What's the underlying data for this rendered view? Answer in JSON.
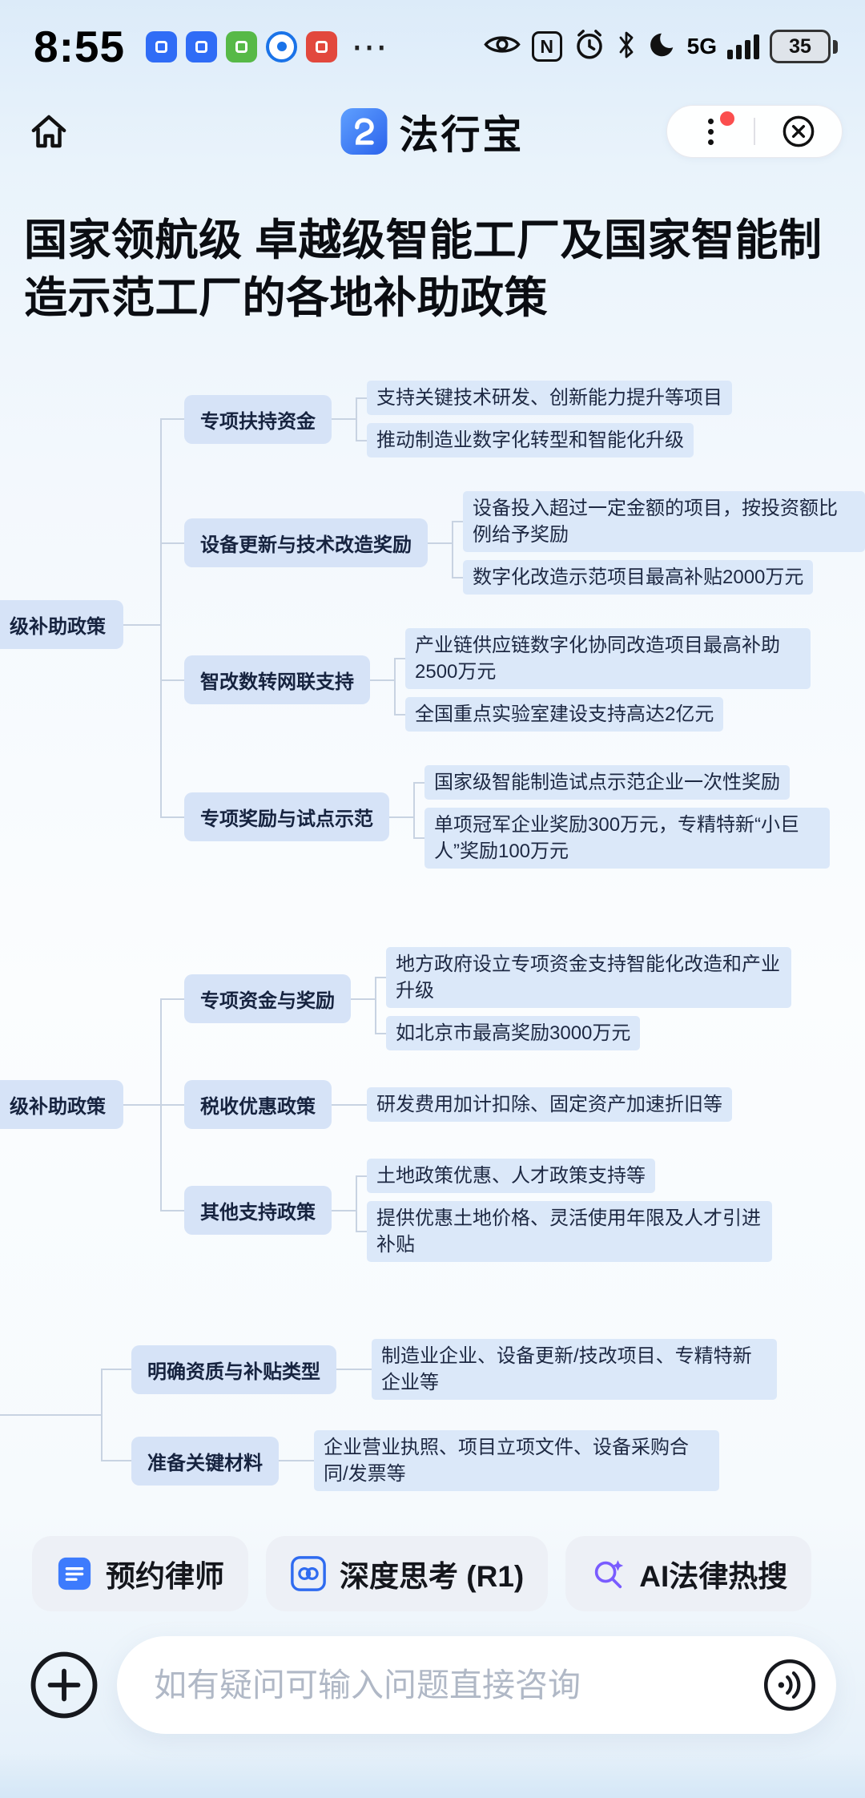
{
  "status_bar": {
    "time": "8:55",
    "overflow_dots": "⋯",
    "network": "5G",
    "battery": "35"
  },
  "header": {
    "app_name": "法行宝"
  },
  "page": {
    "title": "国家领航级 卓越级智能工厂及国家智能制造示范工厂的各地补助政策"
  },
  "mindmap": {
    "sections": [
      {
        "root": "级补助政策",
        "branches": [
          {
            "label": "专项扶持资金",
            "leaves": [
              "支持关键技术研发、创新能力提升等项目",
              "推动制造业数字化转型和智能化升级"
            ]
          },
          {
            "label": "设备更新与技术改造奖励",
            "leaves": [
              "设备投入超过一定金额的项目，按投资额比例给予奖励",
              "数字化改造示范项目最高补贴2000万元"
            ]
          },
          {
            "label": "智改数转网联支持",
            "leaves": [
              "产业链供应链数字化协同改造项目最高补助2500万元",
              "全国重点实验室建设支持高达2亿元"
            ]
          },
          {
            "label": "专项奖励与试点示范",
            "leaves": [
              "国家级智能制造试点示范企业一次性奖励",
              "单项冠军企业奖励300万元，专精特新“小巨人”奖励100万元"
            ]
          }
        ]
      },
      {
        "root": "级补助政策",
        "branches": [
          {
            "label": "专项资金与奖励",
            "leaves": [
              "地方政府设立专项资金支持智能化改造和产业升级",
              "如北京市最高奖励3000万元"
            ]
          },
          {
            "label": "税收优惠政策",
            "leaves": [
              "研发费用加计扣除、固定资产加速折旧等"
            ]
          },
          {
            "label": "其他支持政策",
            "leaves": [
              "土地政策优惠、人才政策支持等",
              "提供优惠土地价格、灵活使用年限及人才引进补贴"
            ]
          }
        ]
      },
      {
        "root": "",
        "branches": [
          {
            "label": "明确资质与补贴类型",
            "leaves": [
              "制造业企业、设备更新/技改项目、专精特新企业等"
            ]
          },
          {
            "label": "准备关键材料",
            "leaves": [
              "企业营业执照、项目立项文件、设备采购合同/发票等"
            ]
          }
        ]
      }
    ]
  },
  "actions": [
    {
      "label": "预约律师"
    },
    {
      "label": "深度思考 (R1)"
    },
    {
      "label": "AI法律热搜"
    }
  ],
  "composer": {
    "placeholder": "如有疑问可输入问题直接咨询"
  },
  "colors": {
    "brand_blue": "#2f6bf0",
    "accent_purple": "#7a5cff",
    "node_bg": "#d6e3f7",
    "leaf_highlight_bg": "#dbe8f9",
    "badge_red": "#fb4e4e"
  }
}
